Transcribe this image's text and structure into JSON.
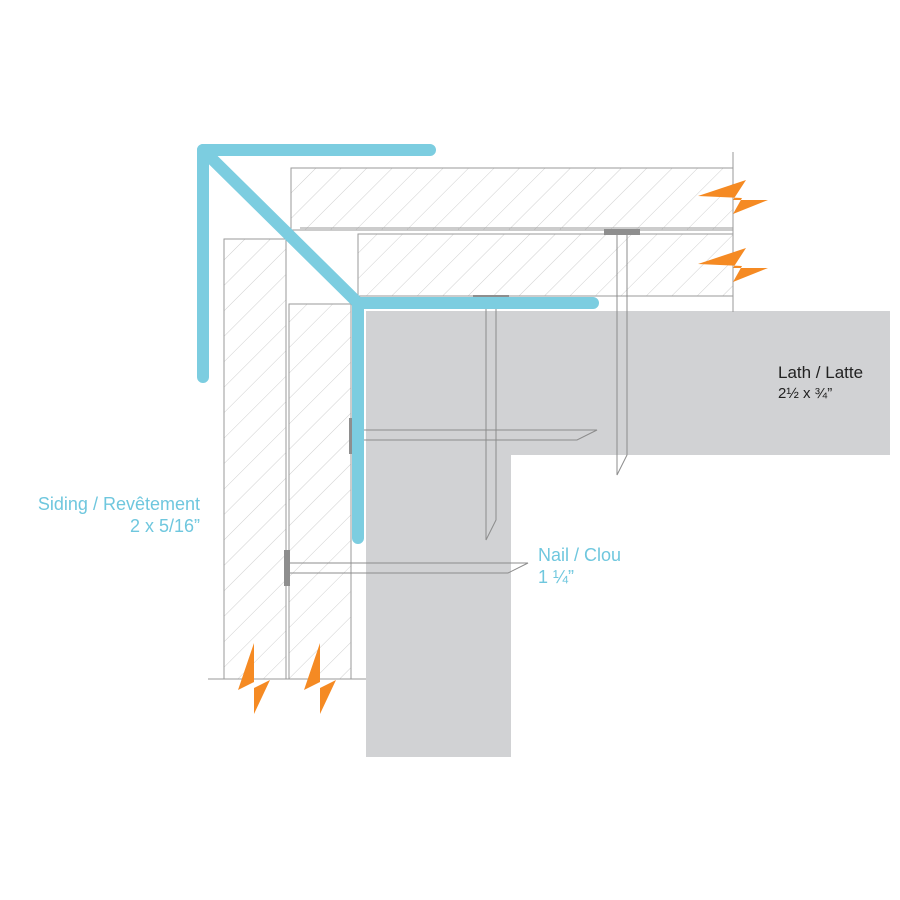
{
  "labels": {
    "lath": {
      "title": "Lath / Latte",
      "size": "2½ x ¾”"
    },
    "siding": {
      "title": "Siding / Revêtement",
      "size": "2 x 5/16”"
    },
    "nail": {
      "title": "Nail / Clou",
      "size": "1 ¼”"
    }
  },
  "colors": {
    "trim": "#7ccde0",
    "lath": "#d1d2d4",
    "break_marks": "#f58a23",
    "outline": "#8c8c8c",
    "hatch": "#c8c8c8",
    "nail_head": "#8e8e8e",
    "siding_text": "#6fc7de",
    "lath_text": "#222222"
  },
  "icons": {
    "break_mark": "zigzag-break-icon"
  }
}
